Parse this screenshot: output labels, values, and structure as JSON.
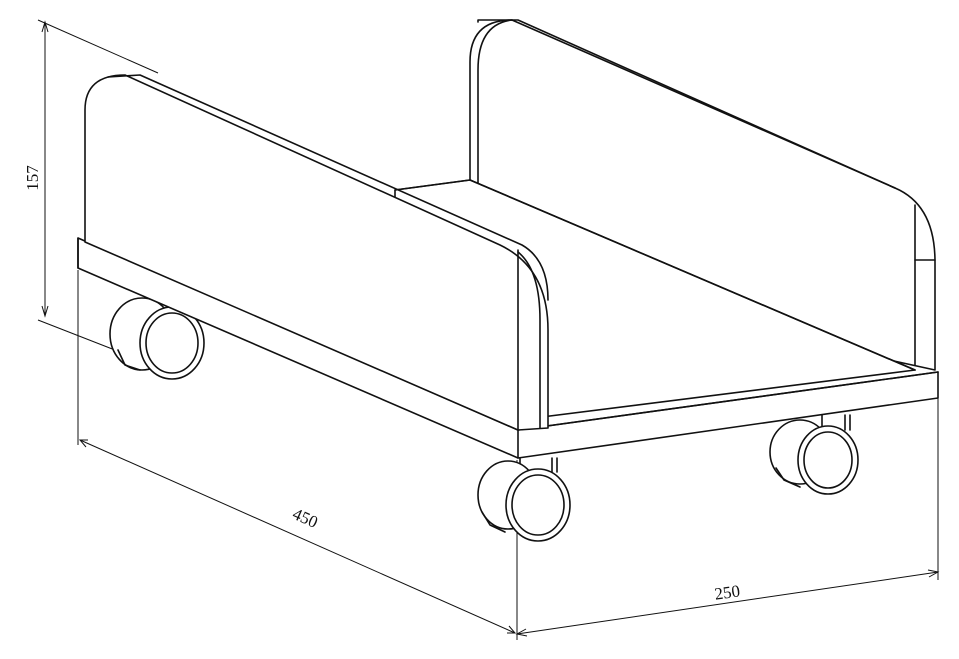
{
  "dimensions": {
    "height": "157",
    "length": "450",
    "width": "250"
  }
}
